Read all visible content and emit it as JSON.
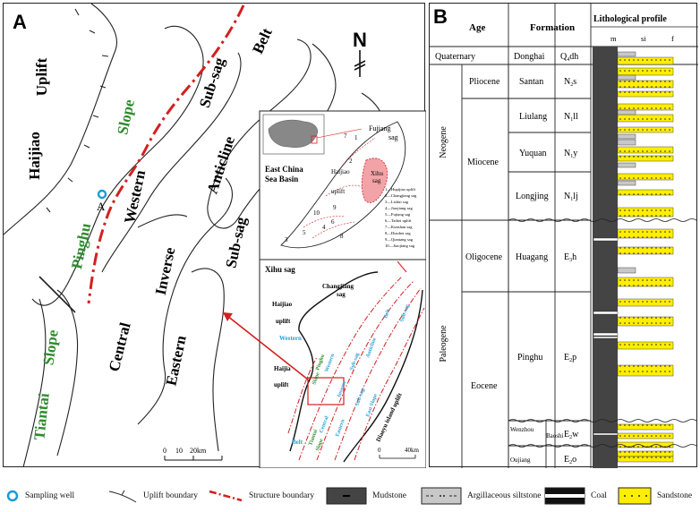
{
  "panelA": {
    "letter": "A",
    "north": "N",
    "labels": {
      "uplift": "Uplift",
      "haijiao": "Haijiao",
      "slope_upper": "Slope",
      "pinghu": "Pinghu",
      "well": "A",
      "western": "Western",
      "subsag_top": "Sub-sag",
      "belt": "Belt",
      "anticline": "Anticline",
      "inverse": "Inverse",
      "subsag_right": "Sub-sag",
      "central": "Central",
      "eastern": "Eastern",
      "slope_lower": "Slope",
      "tiantai": "Tiantai"
    },
    "scale": {
      "t0": "0",
      "t1": "10",
      "t2": "20km"
    },
    "inset_ecs": {
      "basin_l1": "East China",
      "basin_l2": "Sea Basin",
      "fujiang": "Fujiang",
      "sag": "sag",
      "haijiao": "Haijiao",
      "uplift": "uplift",
      "xihu_l1": "Xihu",
      "xihu_l2": "sag",
      "num1": "1",
      "num2": "2",
      "num3": "3",
      "num4": "4",
      "num5": "5",
      "num6": "6",
      "num7": "7",
      "num8": "8",
      "num9": "9",
      "num10": "10",
      "key": [
        "1—Hupijiao uplift",
        "2—Changjiang sag",
        "3—Lishui sag",
        "4—Jiaojiang sag",
        "5—Fujiang sag",
        "6—Taibei uplift",
        "7—Kunshan sag",
        "8—Diaobei sag",
        "9—Qiantang sag",
        "10—Jiaojiang sag"
      ]
    },
    "inset_xihu": {
      "title": "Xihu sag",
      "changjiang": "Changjiang",
      "sag": "sag",
      "haijiao": "Haijiao",
      "uplift": "uplift",
      "western": "Western",
      "haijia": "Haijia",
      "uplift2": "uplift",
      "diaoyu": "Diaoyu island uplift",
      "belt": "Belt",
      "scale_0": "0",
      "scale_40": "40km",
      "tiny": [
        "Pinghu",
        "Slope",
        "Western",
        "Inverse",
        "Central",
        "Sub-sag",
        "Eastern",
        "Sub-sag",
        "Anticline",
        "Belt",
        "East Slope",
        "Sub-sag",
        "Tiantai",
        "Slope"
      ]
    }
  },
  "panelB": {
    "letter": "B",
    "headers": {
      "age": "Age",
      "formation": "Formation",
      "profile": "Lithological profile"
    },
    "grain": [
      "m",
      "si",
      "f"
    ],
    "rows": {
      "quaternary": "Quaternary",
      "donghai": "Donghai",
      "q_code": "Q",
      "q_sub": "4",
      "q_tail": "dh",
      "neogene": "Neogene",
      "pliocene": "Pliocene",
      "santan": "Santan",
      "n2": "N",
      "n2_sub": "2",
      "n2_tail": "s",
      "miocene": "Miocene",
      "liulang": "Liulang",
      "ll_code": "N",
      "ll_sub": "1",
      "ll_tail": "ll",
      "yuquan": "Yuquan",
      "yq_code": "N",
      "yq_sub": "1",
      "yq_tail": "y",
      "longjing": "Longjing",
      "lj_code": "N",
      "lj_sub": "1",
      "lj_tail": "lj",
      "paleogene": "Paleogene",
      "oligocene": "Oligocene",
      "huagang": "Huagang",
      "hg_code": "E",
      "hg_sub": "3",
      "hg_tail": "h",
      "eocene": "Eocene",
      "pinghu": "Pinghu",
      "ph_code": "E",
      "ph_sub": "2",
      "ph_tail": "p",
      "wenzhou": "Wenzhou",
      "baoshi": "Baoshi",
      "oujiang": "Oujiang",
      "w_code": "E",
      "w_sub": "2",
      "w_tail": "w",
      "o_code": "E",
      "o_sub": "2",
      "o_tail": "o"
    }
  },
  "legend": {
    "sampling_well": "Sampling well",
    "uplift_boundary": "Uplift boundary",
    "structure_boundary": "Structure boundary",
    "mudstone": "Mudstone",
    "argillaceous_siltstone": "Argillaceous siltstone",
    "coal": "Coal",
    "sandstone": "Sandstone"
  },
  "colors": {
    "structure_red": "#d32020",
    "well_blue": "#1a9bd7",
    "slope_green": "#2e8b2e",
    "sandstone_yellow": "#ffee00",
    "mudstone_gray": "#444444",
    "siltstone_gray": "#c8c8c8",
    "sag_pink": "#f2a3a8",
    "xihu_blue": "#2a9fd6"
  }
}
